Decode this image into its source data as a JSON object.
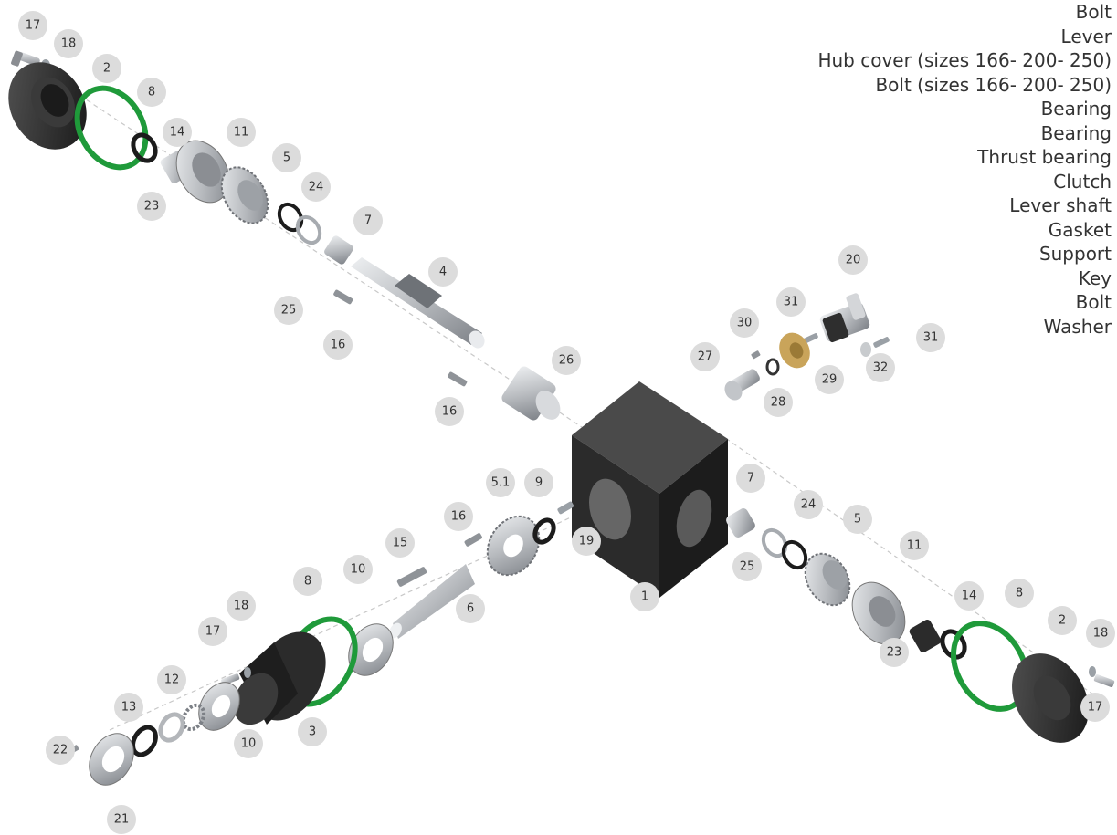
{
  "legend": [
    "Bolt",
    "Lever",
    "Hub cover (sizes 166- 200- 250)",
    "Bolt (sizes 166- 200- 250)",
    "Bearing",
    "Bearing",
    "Thrust bearing",
    "Clutch",
    "Lever shaft",
    "Gasket",
    "Support",
    "Key",
    "Bolt",
    "Washer"
  ],
  "callouts": [
    "17",
    "18",
    "2",
    "8",
    "14",
    "11",
    "23",
    "5",
    "24",
    "7",
    "25",
    "4",
    "16",
    "16",
    "26",
    "20",
    "31",
    "31",
    "32",
    "30",
    "27",
    "29",
    "28",
    "1",
    "5.1",
    "9",
    "19",
    "16",
    "15",
    "6",
    "10",
    "8",
    "18",
    "17",
    "3",
    "12",
    "13",
    "10",
    "22",
    "21",
    "7",
    "24",
    "5",
    "25",
    "11",
    "14",
    "8",
    "23",
    "2",
    "18",
    "17"
  ],
  "colors": {
    "housing": "#2b2b2b",
    "gasket": "#1f9a3a",
    "metal": "#b9bcc0",
    "brass": "#c9a45a",
    "callout_bg": "#dcdcdc"
  }
}
